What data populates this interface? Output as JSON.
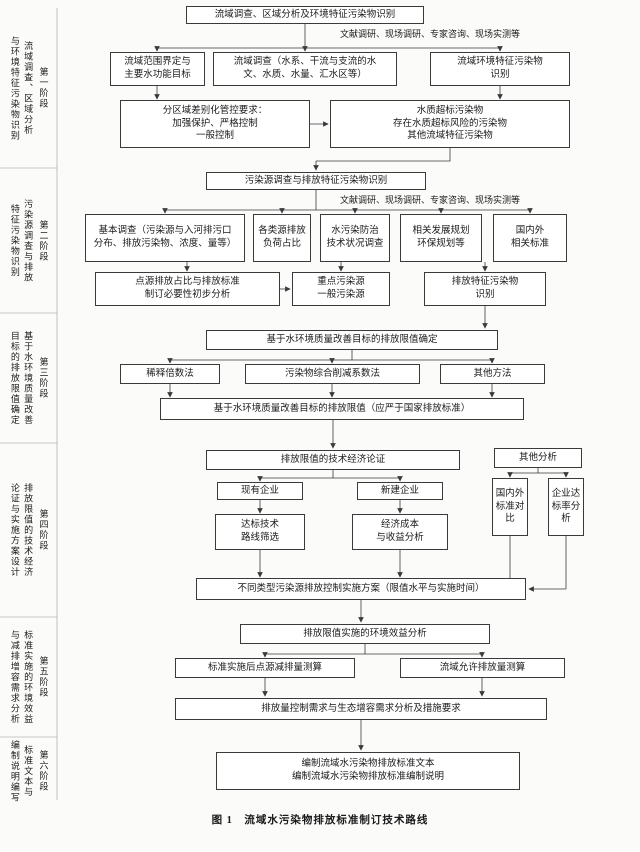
{
  "caption": "图 1　流域水污染物排放标准制订技术路线",
  "stage_labels": [
    {
      "num": "第一阶段",
      "title1": "流域调查、区域分析",
      "title2": "与环境特征污染物识别"
    },
    {
      "num": "第二阶段",
      "title1": "污染源调查与排放",
      "title2": "特征污染物识别"
    },
    {
      "num": "第三阶段",
      "title1": "基于水环境质量改善",
      "title2": "目标的排放限值确定"
    },
    {
      "num": "第四阶段",
      "title1": "排放限值的技术经济",
      "title2": "论证与实施方案设计"
    },
    {
      "num": "第五阶段",
      "title1": "标准实施的环境效益",
      "title2": "与减排增容需求分析"
    },
    {
      "num": "第六阶段",
      "title1": "标准文本与",
      "title2": "编制说明编写"
    }
  ],
  "s1": {
    "header": "流域调查、区域分析及环境特征污染物识别",
    "methods": "文献调研、现场调研、专家咨询、现场实测等",
    "scope": "流域范围界定与\n主要水功能目标",
    "survey": "流域调查（水系、干流与支流的水\n文、水质、水量、汇水区等）",
    "identify": "流域环境特征污染物\n识别",
    "zoning": "分区域差别化管控要求：\n加强保护、严格控制\n一般控制",
    "pollutants": "水质超标污染物\n存在水质超标风险的污染物\n其他流域特征污染物"
  },
  "s2": {
    "header": "污染源调查与排放特征污染物识别",
    "methods": "文献调研、现场调研、专家咨询、现场实测等",
    "basic_survey": "基本调查（污染源与入河排污口\n分布、排放污染物、浓度、量等）",
    "load_share": "各类源排放\n负荷占比",
    "tech_status": "水污染防治\n技术状况调查",
    "plans": "相关发展规划\n环保规划等",
    "standards": "国内外\n相关标准",
    "point_analysis": "点源排放占比与排放标准\n制订必要性初步分析",
    "key_sources": "重点污染源\n一般污染源",
    "feature_id": "排放特征污染物\n识别"
  },
  "s3": {
    "header": "基于水环境质量改善目标的排放限值确定",
    "dilution": "稀释倍数法",
    "reduction": "污染物综合削减系数法",
    "other": "其他方法",
    "limit": "基于水环境质量改善目标的排放限值（应严于国家排放标准）"
  },
  "s4": {
    "header": "排放限值的技术经济论证",
    "other": "其他分析",
    "existing": "现有企业",
    "newco": "新建企业",
    "intl_compare": "国内外标准对比",
    "rate": "企业达标率分析",
    "route": "达标技术\n路线筛选",
    "cost": "经济成本\n与收益分析",
    "plan": "不同类型污染源排放控制实施方案（限值水平与实施时间）"
  },
  "s5": {
    "header": "排放限值实施的环境效益分析",
    "point_calc": "标准实施后点源减排量测算",
    "allow_calc": "流域允许排放量测算",
    "demand": "排放量控制需求与生态增容需求分析及措施要求"
  },
  "s6": {
    "text": "编制流域水污染物排放标准文本\n编制流域水污染物排放标准编制说明"
  }
}
